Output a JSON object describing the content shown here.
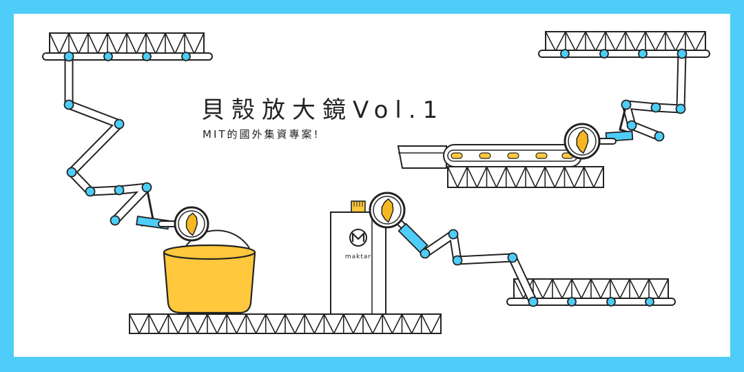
{
  "banner": {
    "title": "貝殼放大鏡Vol.1",
    "subtitle": "MIT的國外集資專案!"
  },
  "device": {
    "brand": "maktar"
  },
  "colors": {
    "frame": "#4dcdf7",
    "background": "#ffffff",
    "line": "#222222",
    "joint": "#4dcdf7",
    "accent": "#ffc83d",
    "taiwan": "#f5b822"
  },
  "icons": [
    "taiwan-magnifier-icon",
    "maktar-logo-icon"
  ]
}
